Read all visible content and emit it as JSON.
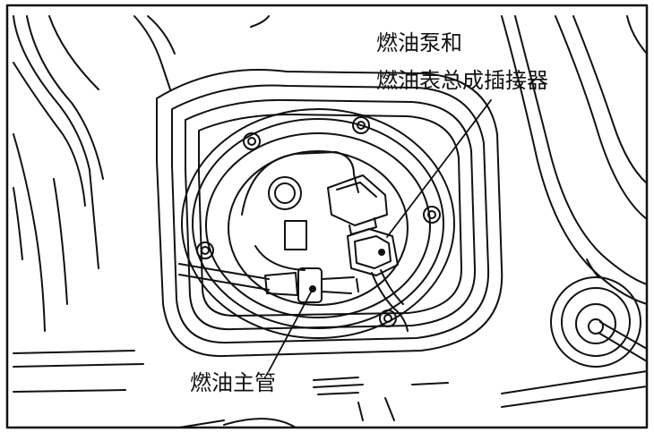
{
  "labels": {
    "connector_line1": "燃油泵和",
    "connector_line2": "燃油表总成插接器",
    "main_pipe": "燃油主管"
  },
  "colors": {
    "ink": "#111111",
    "background": "#ffffff"
  }
}
